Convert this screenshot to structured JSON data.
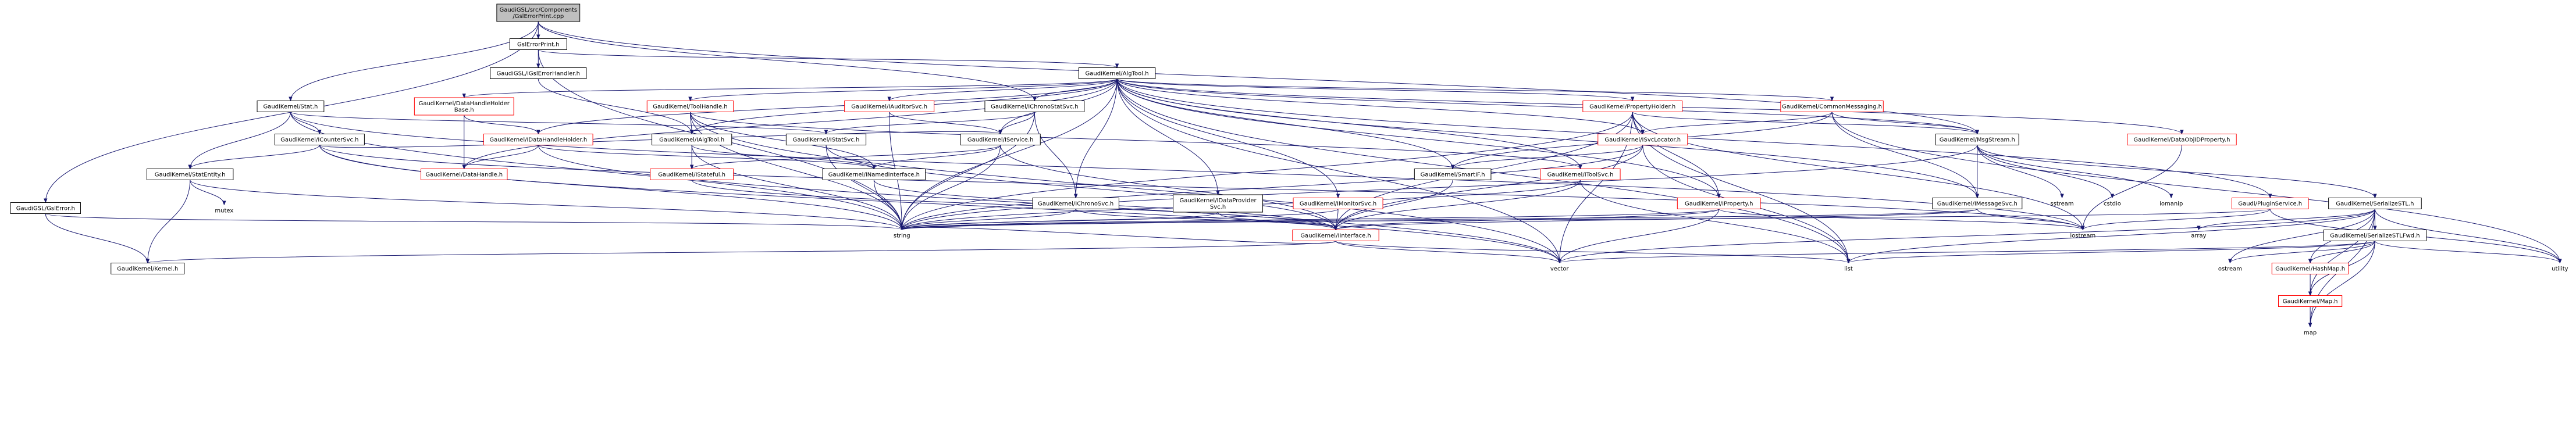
{
  "diagram": {
    "colors": {
      "box_fill": "#ffffff",
      "box_border": "#000000",
      "broken_border": "#ff0000",
      "root_fill": "#bfbfbf",
      "edge": "#191970",
      "ext_text": "#000000"
    },
    "nodes": [
      {
        "id": "root",
        "label": "GaudiGSL/src/Components\n/GslErrorPrint.cpp",
        "kind": "root"
      },
      {
        "id": "gslerrorprint",
        "label": "GslErrorPrint.h",
        "kind": "file"
      },
      {
        "id": "igslerrorhandler",
        "label": "GaudiGSL/IGslErrorHandler.h",
        "kind": "file"
      },
      {
        "id": "algtool",
        "label": "GaudiKernel/AlgTool.h",
        "kind": "file"
      },
      {
        "id": "stat",
        "label": "GaudiKernel/Stat.h",
        "kind": "file"
      },
      {
        "id": "gslerror",
        "label": "GaudiGSL/GslError.h",
        "kind": "file"
      },
      {
        "id": "datahandleholderbase",
        "label": "GaudiKernel/DataHandleHolder\nBase.h",
        "kind": "broken"
      },
      {
        "id": "toolhandle",
        "label": "GaudiKernel/ToolHandle.h",
        "kind": "broken"
      },
      {
        "id": "iauditorsvc",
        "label": "GaudiKernel/IAuditorSvc.h",
        "kind": "broken"
      },
      {
        "id": "ichronostatsvc",
        "label": "GaudiKernel/IChronoStatSvc.h",
        "kind": "file"
      },
      {
        "id": "propertyholder",
        "label": "GaudiKernel/PropertyHolder.h",
        "kind": "broken"
      },
      {
        "id": "commonmessaging",
        "label": "GaudiKernel/CommonMessaging.h",
        "kind": "broken"
      },
      {
        "id": "icountersvc",
        "label": "GaudiKernel/ICounterSvc.h",
        "kind": "file"
      },
      {
        "id": "idatahandleholder",
        "label": "GaudiKernel/IDataHandleHolder.h",
        "kind": "broken"
      },
      {
        "id": "ialgtool",
        "label": "GaudiKernel/IAlgTool.h",
        "kind": "file"
      },
      {
        "id": "istatsvc",
        "label": "GaudiKernel/IStatSvc.h",
        "kind": "file"
      },
      {
        "id": "iservice",
        "label": "GaudiKernel/IService.h",
        "kind": "file"
      },
      {
        "id": "isvclocator",
        "label": "GaudiKernel/ISvcLocator.h",
        "kind": "broken"
      },
      {
        "id": "msgstream",
        "label": "GaudiKernel/MsgStream.h",
        "kind": "file"
      },
      {
        "id": "dataobjidproperty",
        "label": "GaudiKernel/DataObjIDProperty.h",
        "kind": "broken"
      },
      {
        "id": "statentity",
        "label": "GaudiKernel/StatEntity.h",
        "kind": "file"
      },
      {
        "id": "datahandle",
        "label": "GaudiKernel/DataHandle.h",
        "kind": "broken"
      },
      {
        "id": "istateful",
        "label": "GaudiKernel/IStateful.h",
        "kind": "broken"
      },
      {
        "id": "inamedinterface",
        "label": "GaudiKernel/INamedInterface.h",
        "kind": "file"
      },
      {
        "id": "ichronosvc",
        "label": "GaudiKernel/IChronoSvc.h",
        "kind": "file"
      },
      {
        "id": "idataprovidersvc",
        "label": "GaudiKernel/IDataProvider\nSvc.h",
        "kind": "file"
      },
      {
        "id": "imonitorsvc",
        "label": "GaudiKernel/IMonitorSvc.h",
        "kind": "broken"
      },
      {
        "id": "smartif",
        "label": "GaudiKernel/SmartIF.h",
        "kind": "file"
      },
      {
        "id": "itoolsvc",
        "label": "GaudiKernel/IToolSvc.h",
        "kind": "broken"
      },
      {
        "id": "iproperty",
        "label": "GaudiKernel/IProperty.h",
        "kind": "broken"
      },
      {
        "id": "imessagesvc",
        "label": "GaudiKernel/IMessageSvc.h",
        "kind": "file"
      },
      {
        "id": "ipluginservice",
        "label": "Gaudi/PluginService.h",
        "kind": "broken"
      },
      {
        "id": "serializestl",
        "label": "GaudiKernel/SerializeSTL.h",
        "kind": "file"
      },
      {
        "id": "serializestlfwd",
        "label": "GaudiKernel/SerializeSTLFwd.h",
        "kind": "file"
      },
      {
        "id": "iinterface",
        "label": "GaudiKernel/IInterface.h",
        "kind": "broken"
      },
      {
        "id": "kernel",
        "label": "GaudiKernel/Kernel.h",
        "kind": "file"
      },
      {
        "id": "hashmap",
        "label": "GaudiKernel/HashMap.h",
        "kind": "broken"
      },
      {
        "id": "map_h",
        "label": "GaudiKernel/Map.h",
        "kind": "broken"
      },
      {
        "id": "mutex",
        "label": "mutex",
        "kind": "ext"
      },
      {
        "id": "string",
        "label": "string",
        "kind": "ext"
      },
      {
        "id": "vector",
        "label": "vector",
        "kind": "ext"
      },
      {
        "id": "sstream",
        "label": "sstream",
        "kind": "ext"
      },
      {
        "id": "cstdio",
        "label": "cstdio",
        "kind": "ext"
      },
      {
        "id": "iomanip",
        "label": "iomanip",
        "kind": "ext"
      },
      {
        "id": "iostream",
        "label": "iostream",
        "kind": "ext"
      },
      {
        "id": "list",
        "label": "list",
        "kind": "ext"
      },
      {
        "id": "array",
        "label": "array",
        "kind": "ext"
      },
      {
        "id": "utility",
        "label": "utility",
        "kind": "ext"
      },
      {
        "id": "ostream",
        "label": "ostream",
        "kind": "ext"
      },
      {
        "id": "map",
        "label": "map",
        "kind": "ext"
      }
    ],
    "edges": [
      [
        "root",
        "gslerrorprint"
      ],
      [
        "root",
        "stat"
      ],
      [
        "root",
        "gslerror"
      ],
      [
        "root",
        "ichronostatsvc"
      ],
      [
        "root",
        "msgstream"
      ],
      [
        "gslerrorprint",
        "igslerrorhandler"
      ],
      [
        "gslerrorprint",
        "algtool"
      ],
      [
        "gslerrorprint",
        "string"
      ],
      [
        "igslerrorhandler",
        "ialgtool"
      ],
      [
        "algtool",
        "datahandleholderbase"
      ],
      [
        "algtool",
        "toolhandle"
      ],
      [
        "algtool",
        "iauditorsvc"
      ],
      [
        "algtool",
        "ichronostatsvc"
      ],
      [
        "algtool",
        "propertyholder"
      ],
      [
        "algtool",
        "commonmessaging"
      ],
      [
        "algtool",
        "idatahandleholder"
      ],
      [
        "algtool",
        "ialgtool"
      ],
      [
        "algtool",
        "iservice"
      ],
      [
        "algtool",
        "isvclocator"
      ],
      [
        "algtool",
        "msgstream"
      ],
      [
        "algtool",
        "dataobjidproperty"
      ],
      [
        "algtool",
        "datahandle"
      ],
      [
        "algtool",
        "ichronosvc"
      ],
      [
        "algtool",
        "idataprovidersvc"
      ],
      [
        "algtool",
        "imonitorsvc"
      ],
      [
        "algtool",
        "smartif"
      ],
      [
        "algtool",
        "itoolsvc"
      ],
      [
        "algtool",
        "iproperty"
      ],
      [
        "algtool",
        "imessagesvc"
      ],
      [
        "algtool",
        "ipluginservice"
      ],
      [
        "algtool",
        "list"
      ],
      [
        "algtool",
        "vector"
      ],
      [
        "algtool",
        "string"
      ],
      [
        "stat",
        "icountersvc"
      ],
      [
        "stat",
        "istatsvc"
      ],
      [
        "stat",
        "statentity"
      ],
      [
        "stat",
        "string"
      ],
      [
        "stat",
        "iostream"
      ],
      [
        "gslerror",
        "kernel"
      ],
      [
        "gslerror",
        "string"
      ],
      [
        "datahandleholderbase",
        "idatahandleholder"
      ],
      [
        "datahandleholderbase",
        "datahandle"
      ],
      [
        "toolhandle",
        "ialgtool"
      ],
      [
        "toolhandle",
        "inamedinterface"
      ],
      [
        "toolhandle",
        "itoolsvc"
      ],
      [
        "toolhandle",
        "string"
      ],
      [
        "toolhandle",
        "vector"
      ],
      [
        "iauditorsvc",
        "iservice"
      ],
      [
        "iauditorsvc",
        "string"
      ],
      [
        "ichronostatsvc",
        "iservice"
      ],
      [
        "ichronostatsvc",
        "ichronosvc"
      ],
      [
        "ichronostatsvc",
        "istatsvc"
      ],
      [
        "ichronostatsvc",
        "string"
      ],
      [
        "propertyholder",
        "isvclocator"
      ],
      [
        "propertyholder",
        "iproperty"
      ],
      [
        "propertyholder",
        "iinterface"
      ],
      [
        "propertyholder",
        "msgstream"
      ],
      [
        "propertyholder",
        "string"
      ],
      [
        "propertyholder",
        "vector"
      ],
      [
        "propertyholder",
        "list"
      ],
      [
        "propertyholder",
        "iostream"
      ],
      [
        "commonmessaging",
        "msgstream"
      ],
      [
        "commonmessaging",
        "imessagesvc"
      ],
      [
        "commonmessaging",
        "isvclocator"
      ],
      [
        "commonmessaging",
        "smartif"
      ],
      [
        "commonmessaging",
        "utility"
      ],
      [
        "icountersvc",
        "iservice"
      ],
      [
        "icountersvc",
        "statentity"
      ],
      [
        "icountersvc",
        "string"
      ],
      [
        "icountersvc",
        "vector"
      ],
      [
        "icountersvc",
        "iostream"
      ],
      [
        "idatahandleholder",
        "inamedinterface"
      ],
      [
        "idatahandleholder",
        "datahandle"
      ],
      [
        "idatahandleholder",
        "vector"
      ],
      [
        "ialgtool",
        "inamedinterface"
      ],
      [
        "ialgtool",
        "istateful"
      ],
      [
        "ialgtool",
        "string"
      ],
      [
        "istatsvc",
        "iinterface"
      ],
      [
        "istatsvc",
        "string"
      ],
      [
        "iservice",
        "inamedinterface"
      ],
      [
        "iservice",
        "istateful"
      ],
      [
        "iservice",
        "string"
      ],
      [
        "iservice",
        "iinterface"
      ],
      [
        "isvclocator",
        "smartif"
      ],
      [
        "isvclocator",
        "iinterface"
      ],
      [
        "isvclocator",
        "string"
      ],
      [
        "isvclocator",
        "list"
      ],
      [
        "msgstream",
        "imessagesvc"
      ],
      [
        "msgstream",
        "serializestl"
      ],
      [
        "msgstream",
        "sstream"
      ],
      [
        "msgstream",
        "cstdio"
      ],
      [
        "msgstream",
        "iomanip"
      ],
      [
        "msgstream",
        "string"
      ],
      [
        "dataobjidproperty",
        "iostream"
      ],
      [
        "statentity",
        "kernel"
      ],
      [
        "statentity",
        "mutex"
      ],
      [
        "statentity",
        "string"
      ],
      [
        "istateful",
        "iinterface"
      ],
      [
        "inamedinterface",
        "iinterface"
      ],
      [
        "inamedinterface",
        "string"
      ],
      [
        "ichronosvc",
        "iinterface"
      ],
      [
        "ichronosvc",
        "string"
      ],
      [
        "idataprovidersvc",
        "iinterface"
      ],
      [
        "idataprovidersvc",
        "string"
      ],
      [
        "imonitorsvc",
        "iinterface"
      ],
      [
        "imonitorsvc",
        "string"
      ],
      [
        "smartif",
        "iinterface"
      ],
      [
        "itoolsvc",
        "iinterface"
      ],
      [
        "itoolsvc",
        "list"
      ],
      [
        "itoolsvc",
        "string"
      ],
      [
        "iproperty",
        "iinterface"
      ],
      [
        "iproperty",
        "string"
      ],
      [
        "iproperty",
        "vector"
      ],
      [
        "iproperty",
        "iostream"
      ],
      [
        "imessagesvc",
        "iinterface"
      ],
      [
        "imessagesvc",
        "iostream"
      ],
      [
        "imessagesvc",
        "string"
      ],
      [
        "ipluginservice",
        "iostream"
      ],
      [
        "ipluginservice",
        "string"
      ],
      [
        "ipluginservice",
        "utility"
      ],
      [
        "serializestl",
        "serializestlfwd"
      ],
      [
        "serializestl",
        "map_h"
      ],
      [
        "serializestl",
        "hashmap"
      ],
      [
        "serializestl",
        "array"
      ],
      [
        "serializestl",
        "list"
      ],
      [
        "serializestl",
        "map"
      ],
      [
        "serializestl",
        "ostream"
      ],
      [
        "serializestl",
        "utility"
      ],
      [
        "serializestl",
        "vector"
      ],
      [
        "serializestlfwd",
        "hashmap"
      ],
      [
        "serializestlfwd",
        "map_h"
      ],
      [
        "serializestlfwd",
        "list"
      ],
      [
        "serializestlfwd",
        "map"
      ],
      [
        "serializestlfwd",
        "ostream"
      ],
      [
        "serializestlfwd",
        "utility"
      ],
      [
        "serializestlfwd",
        "vector"
      ],
      [
        "iinterface",
        "kernel"
      ],
      [
        "iinterface",
        "list"
      ],
      [
        "iinterface",
        "vector"
      ],
      [
        "iinterface",
        "string"
      ],
      [
        "hashmap",
        "map_h"
      ],
      [
        "map_h",
        "map"
      ]
    ]
  }
}
